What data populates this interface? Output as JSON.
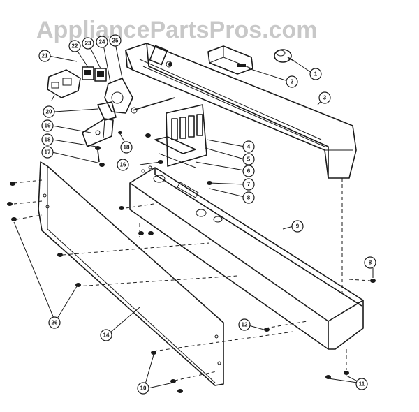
{
  "watermark": "AppliancePartsPros.com",
  "callouts": {
    "c1": "1",
    "c2": "2",
    "c3": "3",
    "c4": "4",
    "c5": "5",
    "c6": "6",
    "c7": "7",
    "c8": "8",
    "c9": "9",
    "c10": "10",
    "c11": "11",
    "c12": "12",
    "c14": "14",
    "c16": "16",
    "c17": "17",
    "c18a": "18",
    "c18b": "18",
    "c19": "19",
    "c20": "20",
    "c21": "21",
    "c22": "22",
    "c23": "23",
    "c24": "24",
    "c25": "25",
    "c26": "26",
    "c8b": "8"
  }
}
